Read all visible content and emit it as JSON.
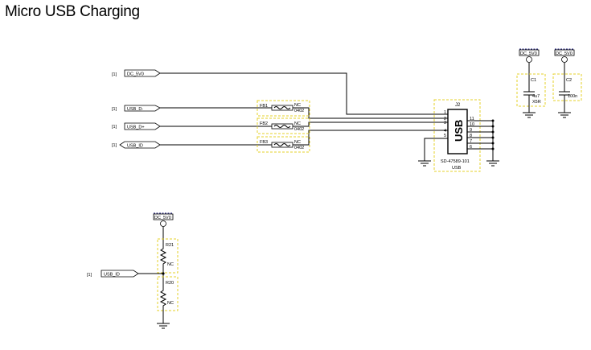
{
  "title": "Micro USB Charging",
  "colors": {
    "wire": "#000000",
    "component_box": "#e6d22a",
    "power_label": "#1a1a7a"
  },
  "ports": [
    {
      "ref": "[1]",
      "name": "DC_5V0"
    },
    {
      "ref": "[1]",
      "name": "USB_D-"
    },
    {
      "ref": "[1]",
      "name": "USB_D+"
    },
    {
      "ref": "[1]",
      "name": "USB_ID"
    },
    {
      "ref": "[1]",
      "name": "USB_ID"
    }
  ],
  "ferrites": [
    {
      "ref": "FB1",
      "value": "NC",
      "package": "0402"
    },
    {
      "ref": "FB2",
      "value": "NC",
      "package": "0402"
    },
    {
      "ref": "FB3",
      "value": "NC",
      "package": "0402"
    }
  ],
  "connector": {
    "ref": "J2",
    "label": "USB",
    "part": "SD-47589-101",
    "sub": "USB",
    "pins_left": [
      "1",
      "2",
      "3",
      "4",
      "5"
    ],
    "pins_right": [
      "11",
      "10",
      "9",
      "8",
      "7",
      "6"
    ]
  },
  "capacitors": [
    {
      "ref": "C1",
      "value": "4u7",
      "dielectric": "X5R",
      "rail": "DC_5V0"
    },
    {
      "ref": "C2",
      "value": "100n",
      "rail": "DC_5V0"
    }
  ],
  "resistors": [
    {
      "ref": "R21",
      "value": "NC"
    },
    {
      "ref": "R20",
      "value": "NC"
    }
  ],
  "divider_rail": "DC_5V0"
}
